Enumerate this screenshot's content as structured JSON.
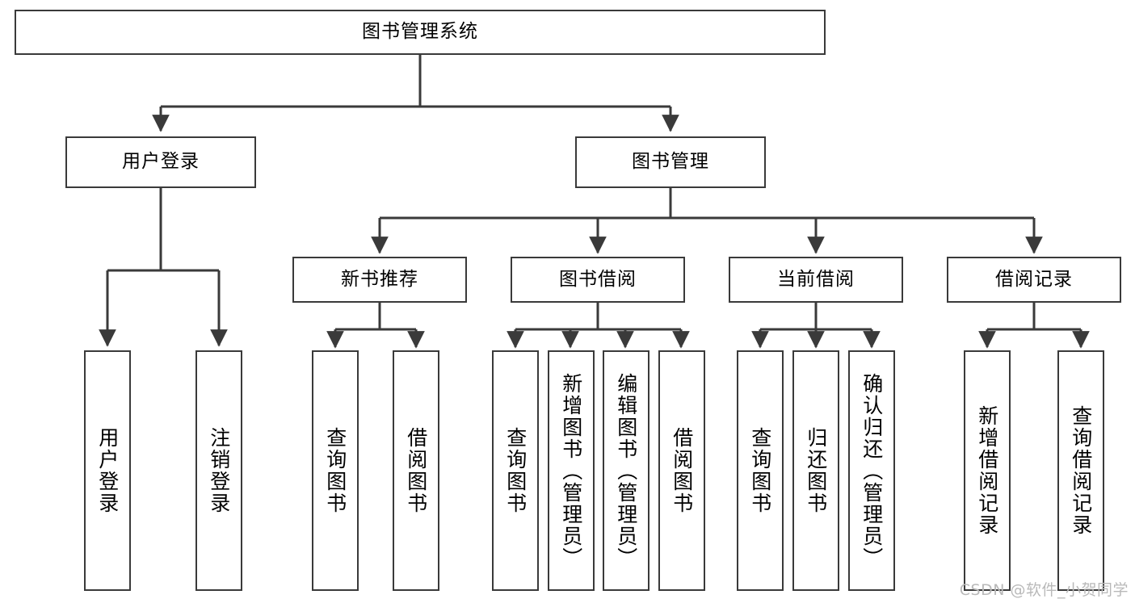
{
  "diagram": {
    "title": "图书管理系统",
    "type": "tree-hierarchy",
    "watermark": "CSDN @软件_小贺同学",
    "colors": {
      "background": "#ffffff",
      "node_border": "#3a3a3a",
      "node_fill": "#ffffff",
      "edge": "#3a3a3a",
      "text": "#000000",
      "watermark": "#b9b9b9"
    },
    "root": {
      "label": "图书管理系统"
    },
    "level2": [
      {
        "id": "user-login",
        "label": "用户登录"
      },
      {
        "id": "book-manage",
        "label": "图书管理"
      }
    ],
    "level3": [
      {
        "id": "new-book-recommend",
        "label": "新书推荐",
        "parent": "book-manage"
      },
      {
        "id": "book-borrow",
        "label": "图书借阅",
        "parent": "book-manage"
      },
      {
        "id": "current-borrow",
        "label": "当前借阅",
        "parent": "book-manage"
      },
      {
        "id": "borrow-record",
        "label": "借阅记录",
        "parent": "book-manage"
      }
    ],
    "leaves": [
      {
        "id": "leaf-user-login",
        "label": "用户登录",
        "parent": "user-login"
      },
      {
        "id": "leaf-logout",
        "label": "注销登录",
        "parent": "user-login"
      },
      {
        "id": "leaf-query-book-1",
        "label": "查询图书",
        "parent": "new-book-recommend"
      },
      {
        "id": "leaf-borrow-book-1",
        "label": "借阅图书",
        "parent": "new-book-recommend"
      },
      {
        "id": "leaf-query-book-2",
        "label": "查询图书",
        "parent": "book-borrow"
      },
      {
        "id": "leaf-add-book",
        "label": "新增图书（管理员）",
        "parent": "book-borrow"
      },
      {
        "id": "leaf-edit-book",
        "label": "编辑图书（管理员）",
        "parent": "book-borrow"
      },
      {
        "id": "leaf-borrow-book-2",
        "label": "借阅图书",
        "parent": "book-borrow"
      },
      {
        "id": "leaf-query-book-3",
        "label": "查询图书",
        "parent": "current-borrow"
      },
      {
        "id": "leaf-return-book",
        "label": "归还图书",
        "parent": "current-borrow"
      },
      {
        "id": "leaf-confirm-return",
        "label": "确认归还（管理员）",
        "parent": "current-borrow"
      },
      {
        "id": "leaf-add-record",
        "label": "新增借阅记录",
        "parent": "borrow-record"
      },
      {
        "id": "leaf-query-record",
        "label": "查询借阅记录",
        "parent": "borrow-record"
      }
    ]
  }
}
